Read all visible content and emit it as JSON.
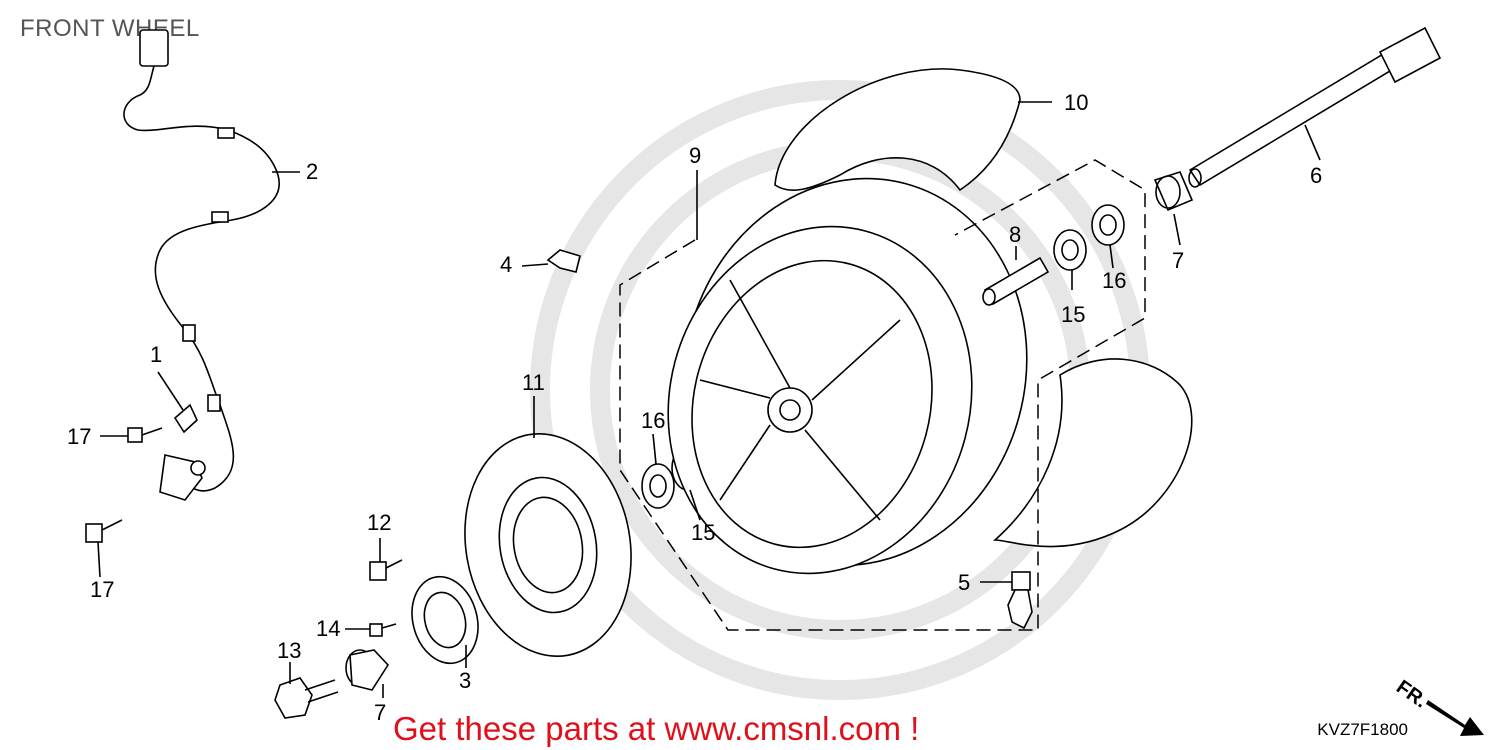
{
  "page": {
    "title": "FRONT WHEEL"
  },
  "callouts": [
    {
      "id": "1",
      "text": "1"
    },
    {
      "id": "2",
      "text": "2"
    },
    {
      "id": "3",
      "text": "3"
    },
    {
      "id": "4",
      "text": "4"
    },
    {
      "id": "5",
      "text": "5"
    },
    {
      "id": "6",
      "text": "6"
    },
    {
      "id": "7a",
      "text": "7"
    },
    {
      "id": "7b",
      "text": "7"
    },
    {
      "id": "8",
      "text": "8"
    },
    {
      "id": "9",
      "text": "9"
    },
    {
      "id": "10",
      "text": "10"
    },
    {
      "id": "11",
      "text": "11"
    },
    {
      "id": "12",
      "text": "12"
    },
    {
      "id": "13",
      "text": "13"
    },
    {
      "id": "14",
      "text": "14"
    },
    {
      "id": "15a",
      "text": "15"
    },
    {
      "id": "15b",
      "text": "15"
    },
    {
      "id": "16a",
      "text": "16"
    },
    {
      "id": "16b",
      "text": "16"
    },
    {
      "id": "17a",
      "text": "17"
    },
    {
      "id": "17b",
      "text": "17"
    }
  ],
  "direction_label": "FR.",
  "diagram_code": "KVZ7F1800",
  "promo_text": "Get these parts at www.cmsnl.com !",
  "colors": {
    "promo": "#e0101a",
    "line": "#000000",
    "watermark": "#e6e6e6"
  }
}
